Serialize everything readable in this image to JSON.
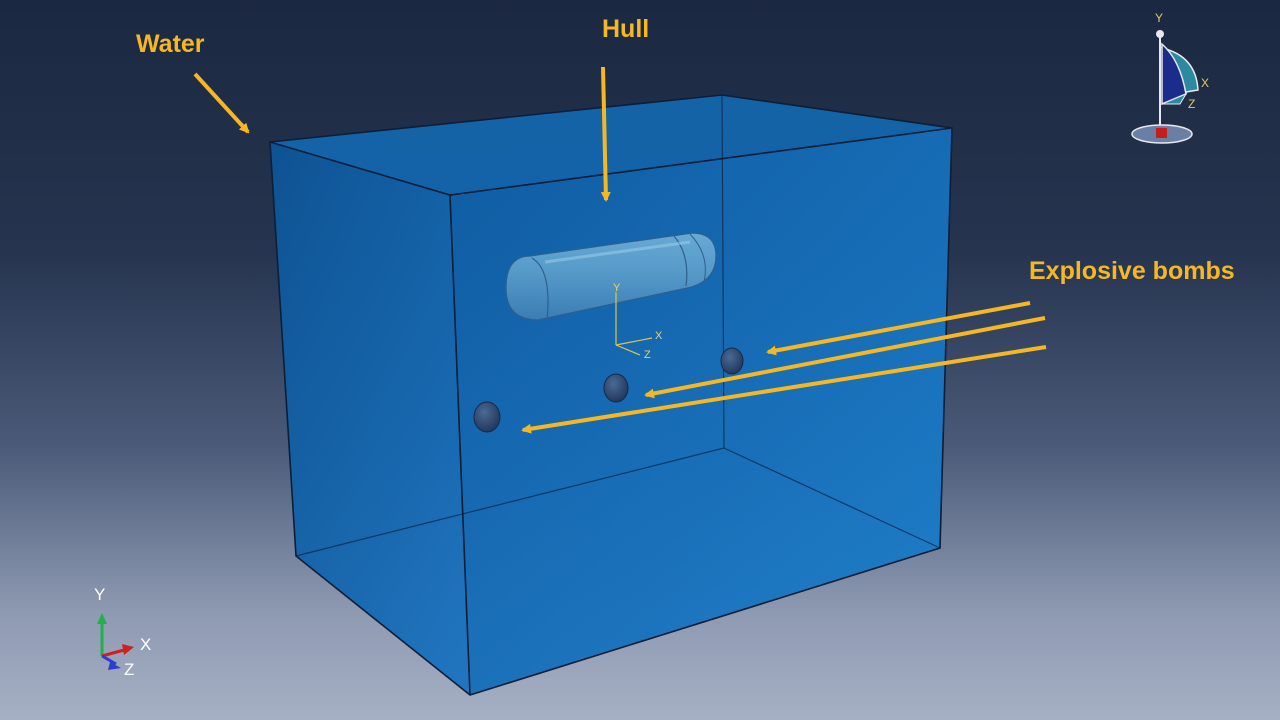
{
  "labels": {
    "water": "Water",
    "hull": "Hull",
    "explosive_bombs": "Explosive bombs"
  },
  "triad_bottom": {
    "y": "Y",
    "x": "X",
    "z": "Z"
  },
  "triad_local": {
    "y": "Y",
    "x": "X",
    "z": "Z"
  },
  "view_cube": {
    "y": "Y",
    "x": "X",
    "z": "Z"
  },
  "colors": {
    "annotation": "#f5b824",
    "water_fill": "#1a74c0",
    "edge": "#0c1e38",
    "axis_x": "#d02020",
    "axis_y": "#22b04a",
    "axis_z": "#2a3fd0"
  }
}
